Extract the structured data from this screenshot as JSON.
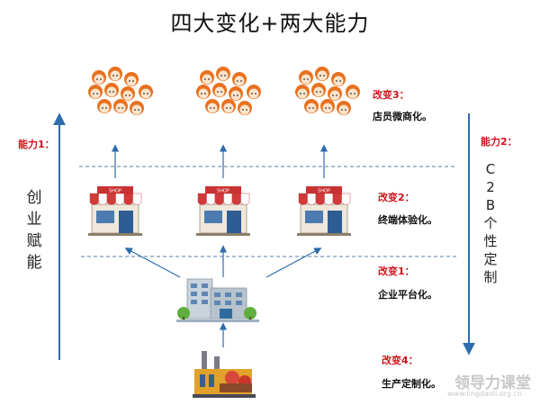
{
  "title": "四大变化+两大能力",
  "left": {
    "ability_label": "能力1：",
    "vertical_chars": [
      "创",
      "业",
      "赋",
      "能"
    ]
  },
  "right": {
    "ability_label": "能力2：",
    "vertical_chars": [
      "C",
      "2",
      "B",
      "个",
      "性",
      "定",
      "制"
    ]
  },
  "changes": [
    {
      "label": "改变3：",
      "text": "店员微商化。"
    },
    {
      "label": "改变2：",
      "text": "终端体验化。"
    },
    {
      "label": "改变1：",
      "text": "企业平台化。"
    },
    {
      "label": "改变4：",
      "text": "生产定制化。"
    }
  ],
  "shop_sign": "SHOP",
  "watermark": {
    "main": "领导力课堂",
    "url": "www.lingdaoli.org.cn"
  },
  "colors": {
    "arrow": "#2e6cae",
    "red": "#d0121b",
    "dash": "#5d7ea8",
    "awning_red": "#d23a3a",
    "hair": "#e8711f",
    "face": "#fde4cc"
  },
  "icons": [
    "person-group-icon",
    "shop-icon",
    "office-building-icon",
    "factory-icon"
  ]
}
